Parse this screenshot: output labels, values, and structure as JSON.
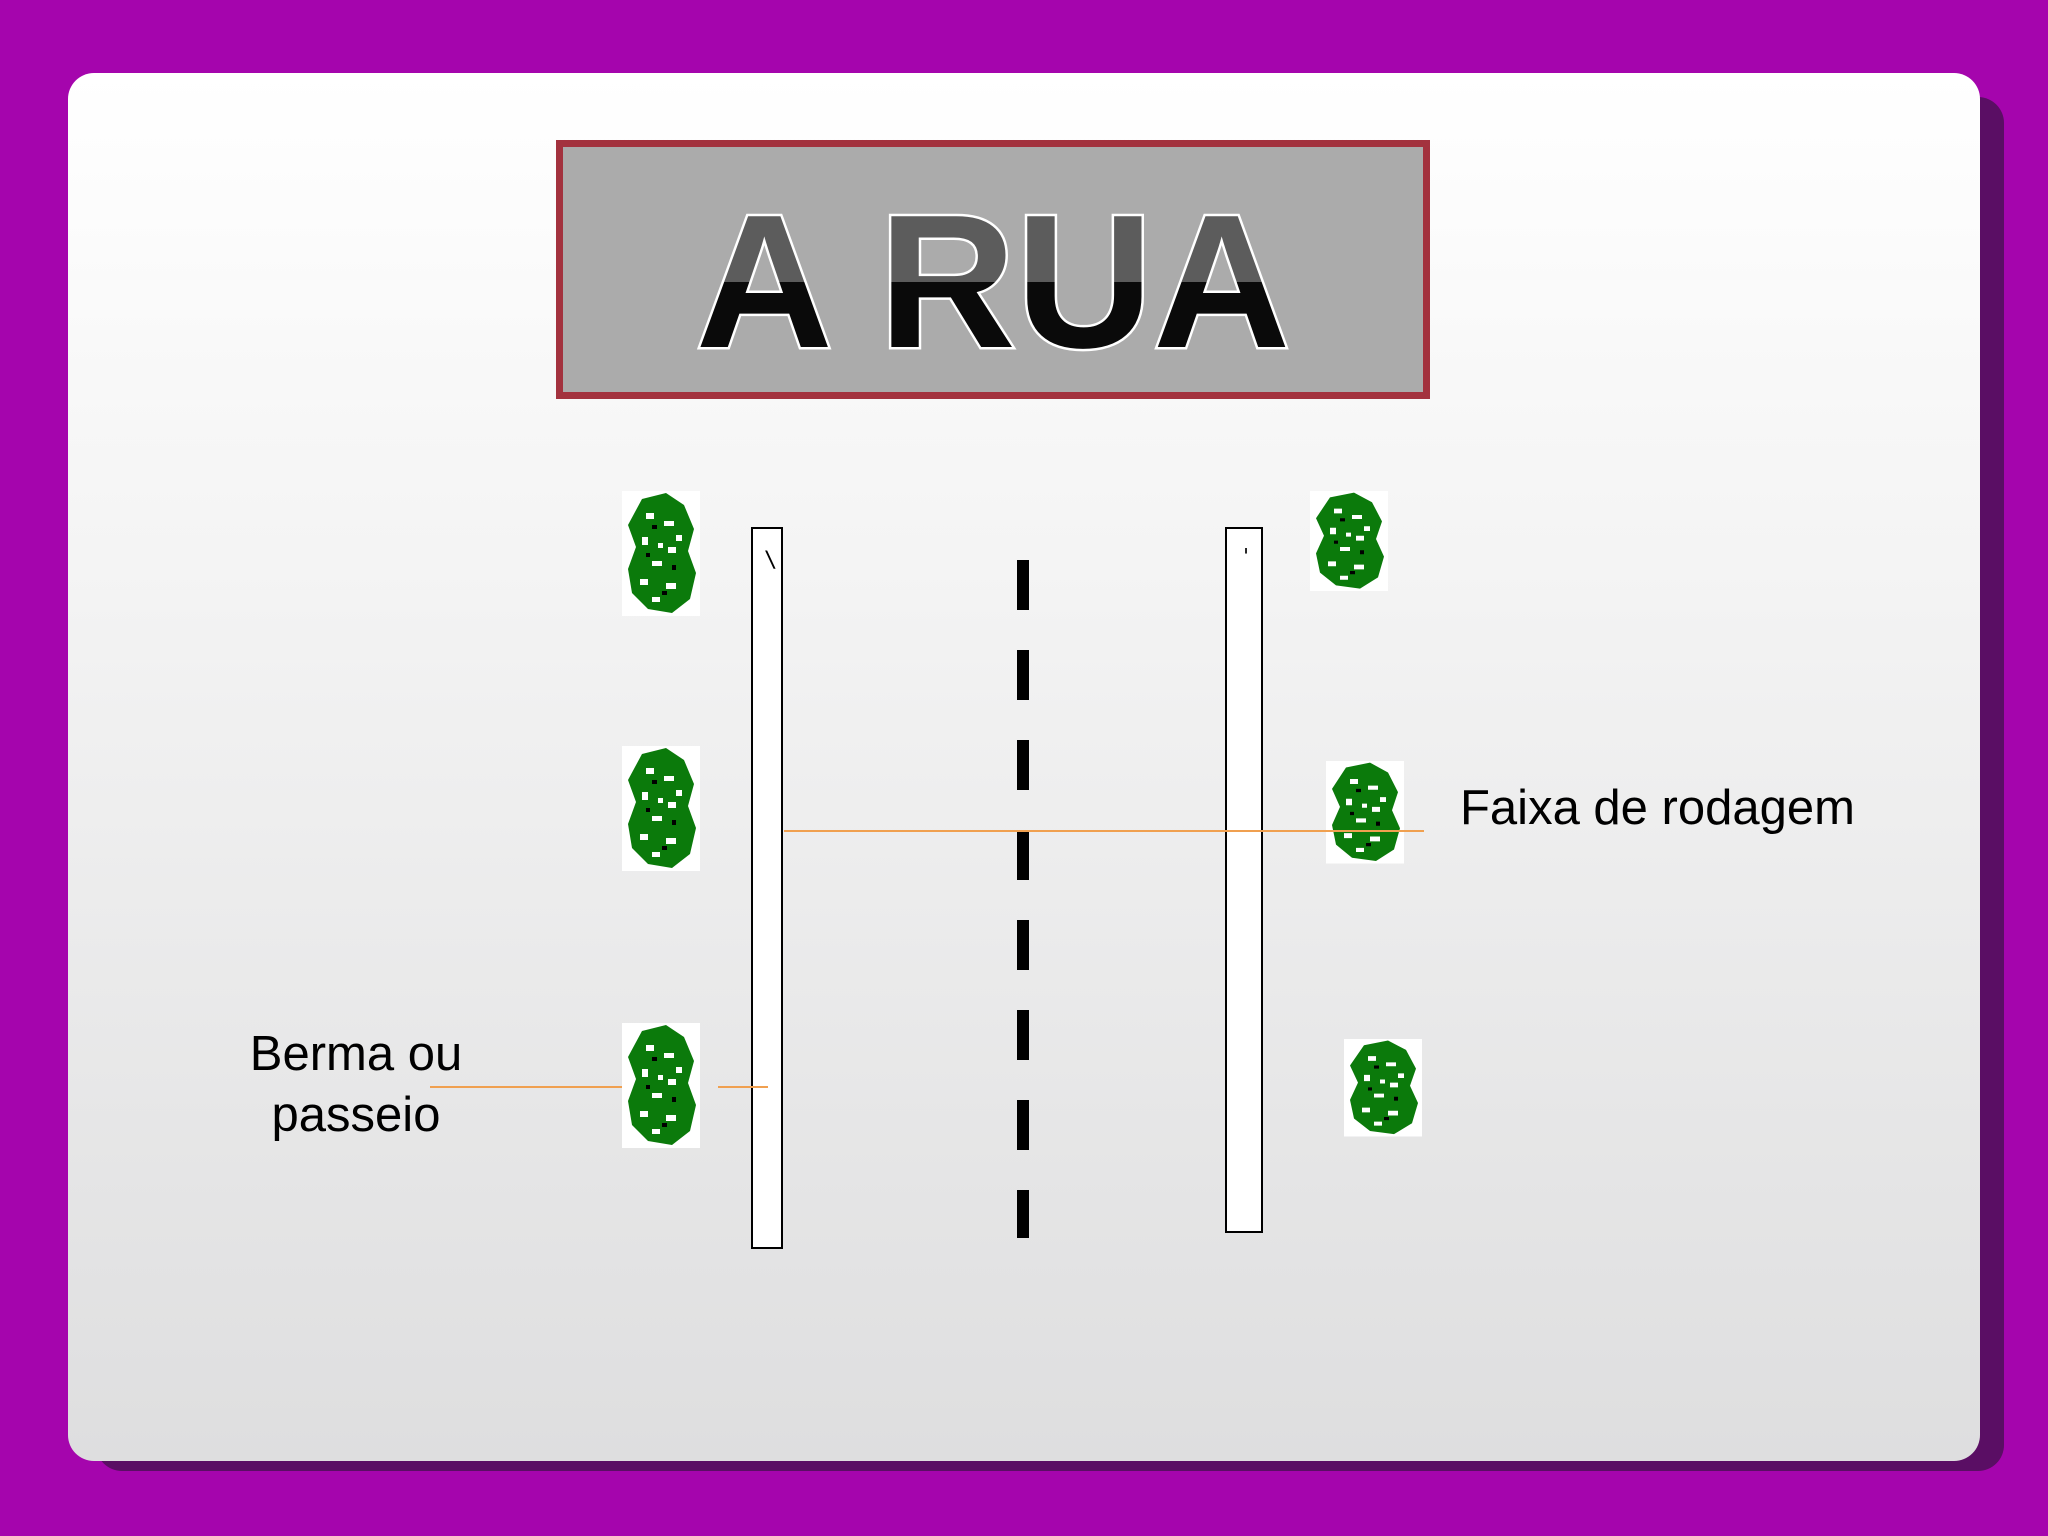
{
  "title": "A RUA",
  "labels": {
    "faixa": "Faixa de rodagem",
    "berma_line1": "Berma ou",
    "berma_line2": "passeio"
  },
  "colors": {
    "background": "#a505ad",
    "title_bg": "#ababab",
    "title_border": "#a3323e",
    "tree_green": "#0b7a0b",
    "leader_line": "#f0a050"
  },
  "icons": [
    "tree-icon"
  ]
}
